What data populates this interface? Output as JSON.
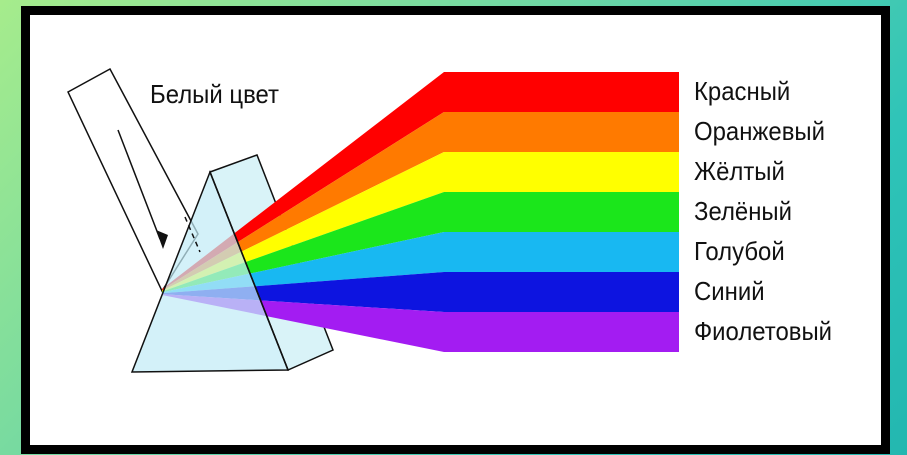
{
  "incoming_label": "Белый цвет",
  "spectrum": [
    {
      "label": "Красный",
      "color": "#ff0000"
    },
    {
      "label": "Оранжевый",
      "color": "#ff7a00"
    },
    {
      "label": "Жёлтый",
      "color": "#ffff00"
    },
    {
      "label": "Зелёный",
      "color": "#1be61b"
    },
    {
      "label": "Голубой",
      "color": "#18b8f2"
    },
    {
      "label": "Синий",
      "color": "#0d14e0"
    },
    {
      "label": "Фиолетовый",
      "color": "#a31cf2"
    }
  ]
}
